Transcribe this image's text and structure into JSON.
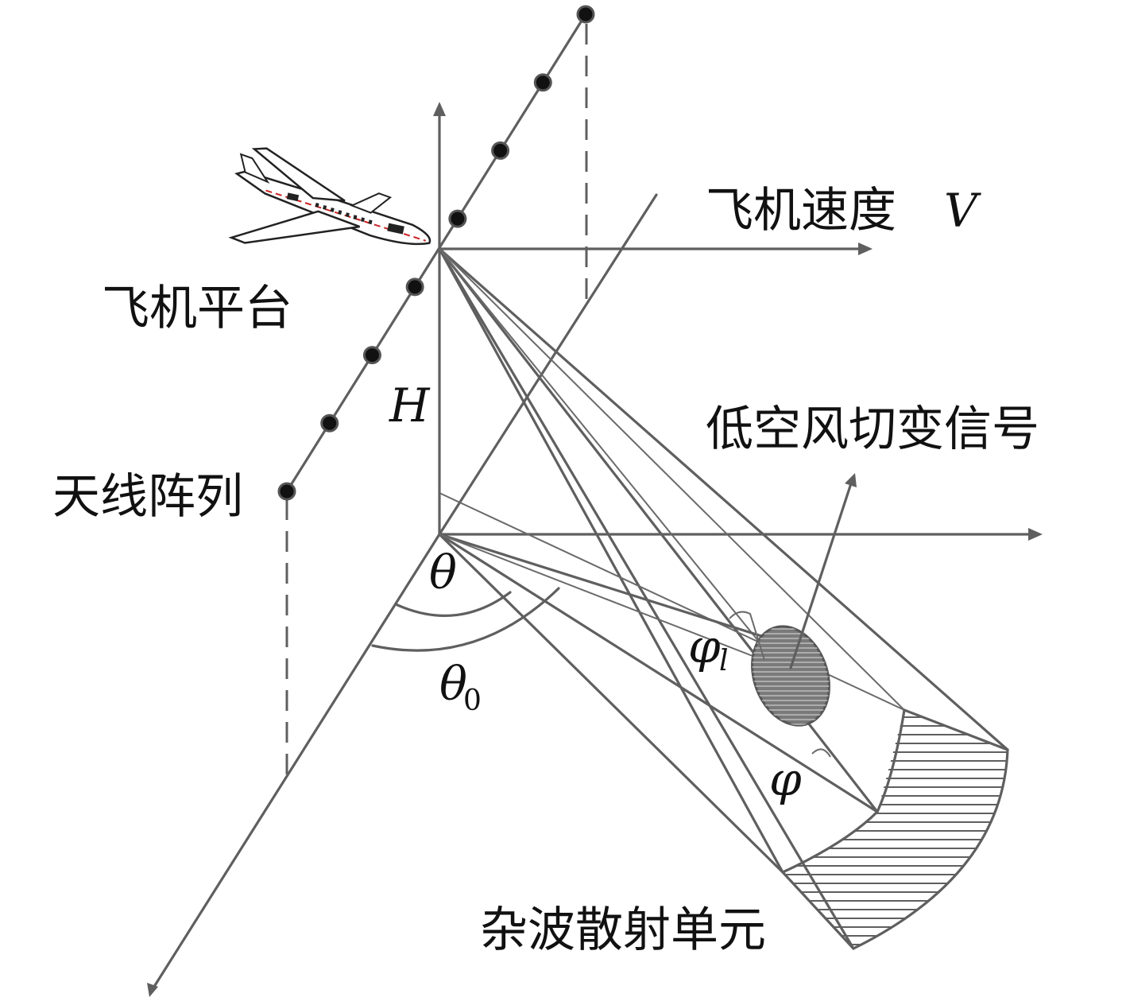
{
  "labels": {
    "aircraft_platform": "飞机平台",
    "aircraft_velocity": "飞机速度",
    "velocity_symbol": "V",
    "antenna_array": "天线阵列",
    "wind_shear_signal": "低空风切变信号",
    "clutter_cell": "杂波散射单元",
    "height_symbol": "H",
    "theta": "θ",
    "theta0_main": "θ",
    "theta0_sub": "0",
    "phi_l_main": "φ",
    "phi_l_sub": "l",
    "phi": "φ"
  },
  "colors": {
    "line": "#5f5f5f",
    "text": "#111111",
    "background": "#ffffff",
    "antenna_element": "#111111"
  },
  "icons": {
    "aircraft": "airplane-icon",
    "antenna_element": "antenna-element-icon"
  },
  "antenna": {
    "element_count": 8
  }
}
